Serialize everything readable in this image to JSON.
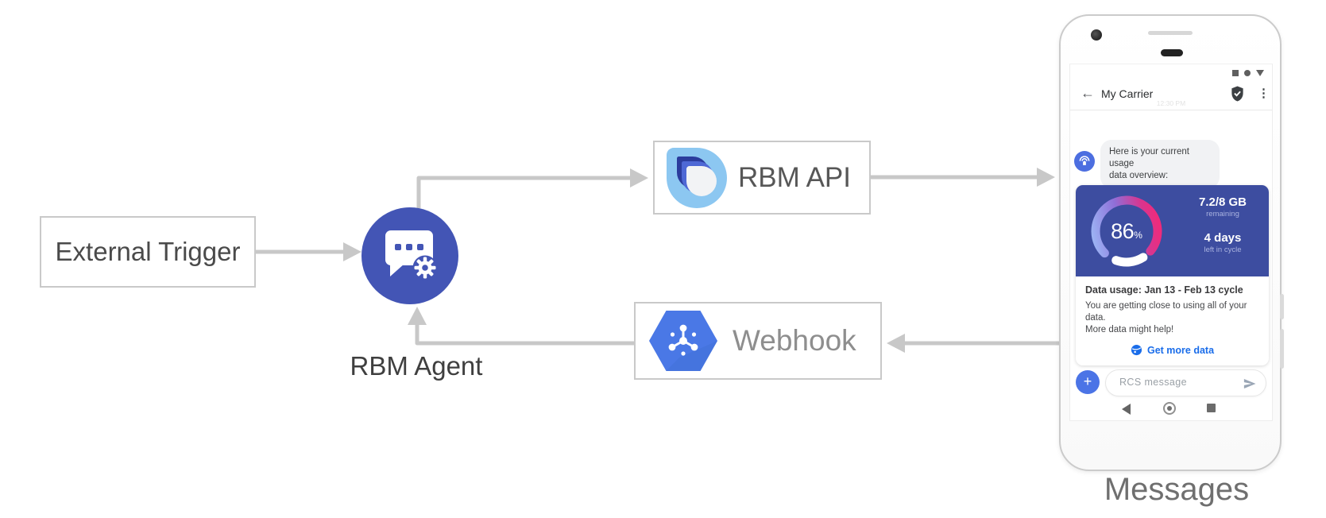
{
  "diagram": {
    "external_trigger_label": "External Trigger",
    "rbm_agent_label": "RBM Agent",
    "rbm_api_label": "RBM API",
    "webhook_label": "Webhook",
    "messages_label": "Messages",
    "arrow_color": "#c8c8c8",
    "agent_circle_color": "#4355b5",
    "webhook_hex_color": "#4a78e6",
    "rbm_logo_colors": {
      "outer": "#8cc7f1",
      "dark": "#2b3c9d",
      "mid": "#4e68d5",
      "light": "#f2f3f5"
    }
  },
  "phone": {
    "status_icons": [
      "square",
      "circle",
      "triangle-down"
    ],
    "header": {
      "back_icon": "←",
      "title": "My Carrier",
      "verified_badge": "shield-check-icon",
      "menu_icon": "⋮"
    },
    "timestamp": "12:30 PM",
    "chat": {
      "avatar_icon": "carrier-hotspot",
      "bubble_line1": "Here is your current usage",
      "bubble_line2": "data overview:"
    },
    "usage_card": {
      "percent": "86",
      "percent_sign": "%",
      "amount": "7.2/8 GB",
      "amount_caption": "remaining",
      "days": "4 days",
      "days_caption": "left in cycle",
      "title": "Data usage: Jan 13 - Feb 13 cycle",
      "body_line1": "You are getting close to using all of your data.",
      "body_line2": "More data might help!",
      "cta_label": "Get more data",
      "card_bg": "#3d4da0",
      "cta_color": "#1a6dea",
      "gauge": {
        "value_percent": 86,
        "gradient": [
          "#9cb6f5",
          "#8f6fd8",
          "#d8358f",
          "#f22a79"
        ],
        "remaining_color": "#ffffff"
      }
    },
    "composer": {
      "plus_icon": "+",
      "placeholder": "RCS message",
      "send_icon": "paper-plane"
    },
    "nav_icons": [
      "back-triangle",
      "home-circle",
      "recents-square"
    ]
  }
}
